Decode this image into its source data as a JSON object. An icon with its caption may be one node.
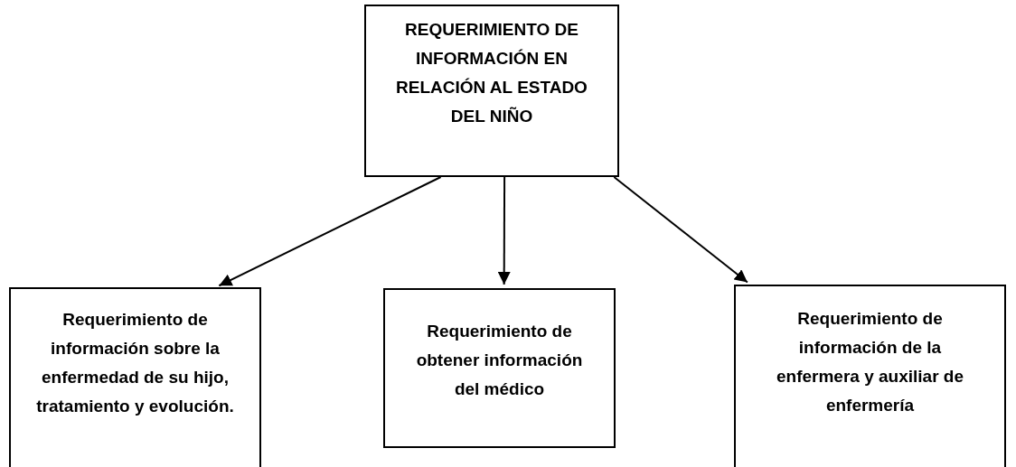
{
  "diagram": {
    "nodes": [
      {
        "text": [
          "REQUERIMIENTO DE INFORMACIÓN EN RELACIÓN AL ESTADO DEL NIÑO"
        ]
      },
      {
        "text": [
          "Requerimiento de información sobre la enfermedad de su hijo, tratamiento y evolución."
        ]
      },
      {
        "text": [
          "Requerimiento de obtener información del médico"
        ]
      },
      {
        "text": [
          "Requerimiento de información de la enfermera y auxiliar de enfermería"
        ]
      }
    ],
    "edges": [
      {
        "from": 0,
        "to": 1,
        "arrow": "to"
      },
      {
        "from": 0,
        "to": 2,
        "arrow": "to"
      },
      {
        "from": 0,
        "to": 3,
        "arrow": "to"
      }
    ]
  }
}
